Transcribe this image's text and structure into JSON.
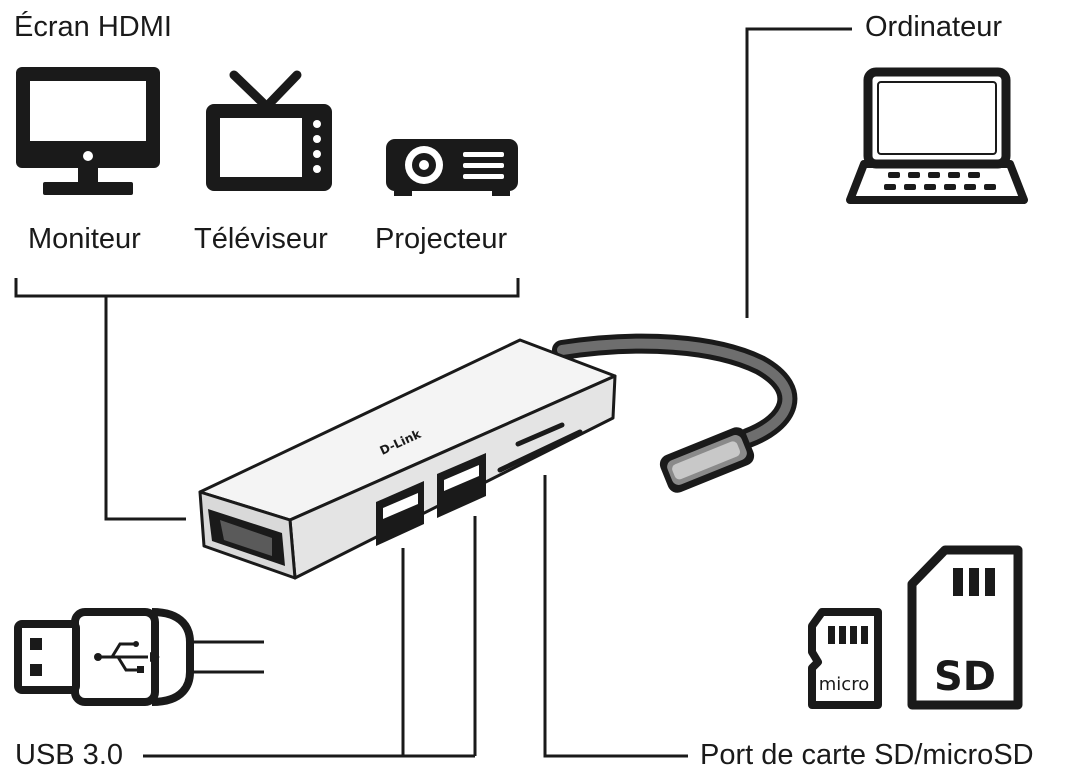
{
  "labels": {
    "hdmi_screen": "Écran HDMI",
    "monitor": "Moniteur",
    "tv": "Téléviseur",
    "projector": "Projecteur",
    "computer": "Ordinateur",
    "usb": "USB 3.0",
    "card_port": "Port de carte SD/microSD"
  },
  "device": {
    "brand": "D-Link"
  },
  "cards": {
    "micro_label": "micro",
    "sd_label": "SD"
  },
  "colors": {
    "ink": "#1a1a1a",
    "hub_body": "#ececec",
    "hub_top": "#f7f7f7"
  }
}
